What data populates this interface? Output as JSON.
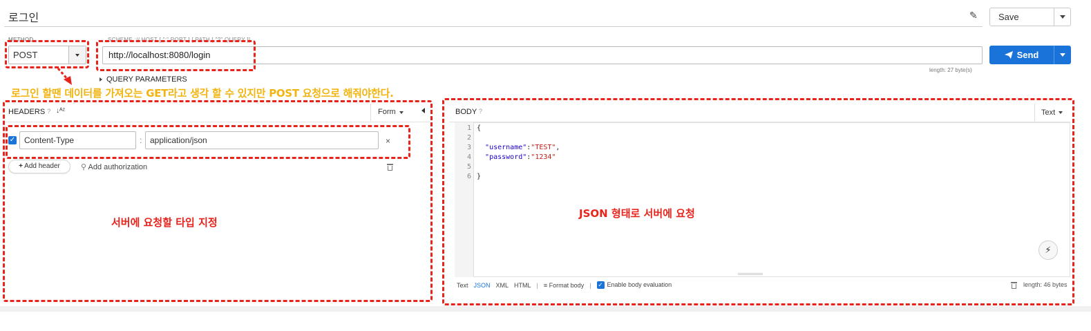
{
  "request": {
    "title": "로그인",
    "save_label": "Save"
  },
  "method": {
    "label": "METHOD",
    "value": "POST"
  },
  "url": {
    "label": "SCHEME :// HOST [ \":\" PORT ] [ PATH [ \"?\" QUERY ]]",
    "value": "http://localhost:8080/login",
    "length_text": "length: 27 byte(s)",
    "send_label": "Send",
    "query_params_label": "QUERY PARAMETERS"
  },
  "annotations": {
    "top_note": "로그인 할땐 데이터를 가져오는 GET라고 생각 할 수 있지만 POST 요청으로 해줘야한다.",
    "headers_note": "서버에 요청할 타입 지정",
    "body_note": "JSON 형태로 서버에 요청",
    "color_red": "#e8231b",
    "color_yellow": "#f2b411"
  },
  "headers_panel": {
    "title": "HEADERS",
    "mode": "Form",
    "rows": [
      {
        "enabled": true,
        "name": "Content-Type",
        "value": "application/json"
      }
    ],
    "add_header_label": "Add header",
    "add_auth_label": "Add authorization"
  },
  "body_panel": {
    "title": "BODY",
    "mode": "Text",
    "line_numbers": [
      "1",
      "2",
      "3",
      "4",
      "5",
      "6"
    ],
    "lines": [
      "{",
      "",
      "  \"username\":\"TEST\",",
      "  \"password\":\"1234\"",
      "",
      "}"
    ],
    "footer": {
      "types": [
        "Text",
        "JSON",
        "XML",
        "HTML"
      ],
      "active_type": "JSON",
      "format_label": "Format body",
      "eval_label": "Enable body evaluation",
      "length_text": "length: 46 bytes"
    }
  },
  "icons": {
    "edit": "pencil-icon",
    "send": "paper-plane-icon",
    "wand": "magic-wand-icon"
  },
  "accent_color": "#1a73d8"
}
